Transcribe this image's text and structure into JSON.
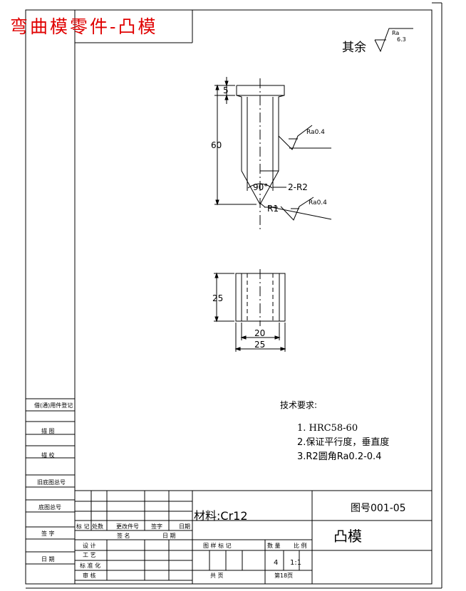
{
  "title_overlay": "弯曲模零件-凸模",
  "surface": {
    "prefix": "其余",
    "ra_label": "Ra",
    "ra_value": "6.3",
    "ra_side_upper": "Ra0.4",
    "ra_side_lower": "Ra0.4"
  },
  "dimensions": {
    "head_height": "5",
    "total_height": "60",
    "angle": "90°",
    "fillet_small": "2-R2",
    "tip_radius": "R1",
    "top_view_height": "25",
    "inner_width": "20",
    "outer_width": "25"
  },
  "tech_requirements": {
    "title": "技术要求:",
    "items": [
      "1. HRC58-60",
      "2.保证平行度，垂直度",
      "3.R2圆角Ra0.2-0.4"
    ]
  },
  "left_strip": [
    "借(通)用件登记",
    "描 图",
    "描 校",
    "旧底图总号",
    "底图总号",
    "签 字",
    "日 期"
  ],
  "title_block": {
    "material": "材料:Cr12",
    "drawing_no": "图号001-05",
    "part_name": "凸模",
    "revision_headers": [
      "标 记",
      "处数",
      "更改件号",
      "签字",
      "日期"
    ],
    "sign_headers": [
      "签 名",
      "日 期"
    ],
    "roles": [
      "设 计",
      "工 艺",
      "标 准 化",
      "审 核"
    ],
    "stage_label": "图 样 标 记",
    "qty_label": "数 量",
    "scale_label": "比 例",
    "qty": "4",
    "scale": "1:1",
    "total_pages": "共 页",
    "page_label": "第18页"
  }
}
